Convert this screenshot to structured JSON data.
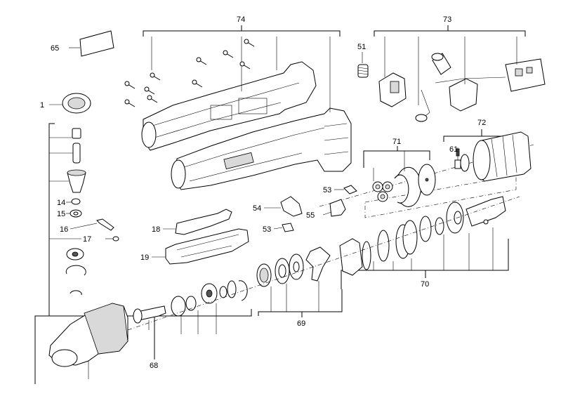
{
  "diagram": {
    "callouts": [
      {
        "id": "74",
        "text": "74"
      },
      {
        "id": "73",
        "text": "73"
      },
      {
        "id": "65",
        "text": "65"
      },
      {
        "id": "51",
        "text": "51"
      },
      {
        "id": "1",
        "text": "1"
      },
      {
        "id": "72",
        "text": "72"
      },
      {
        "id": "71",
        "text": "71"
      },
      {
        "id": "61",
        "text": "61"
      },
      {
        "id": "53a",
        "text": "53"
      },
      {
        "id": "54",
        "text": "54"
      },
      {
        "id": "55",
        "text": "55"
      },
      {
        "id": "53b",
        "text": "53"
      },
      {
        "id": "14",
        "text": "14"
      },
      {
        "id": "15",
        "text": "15"
      },
      {
        "id": "16",
        "text": "16"
      },
      {
        "id": "17",
        "text": "17"
      },
      {
        "id": "18",
        "text": "18"
      },
      {
        "id": "19",
        "text": "19"
      },
      {
        "id": "70",
        "text": "70"
      },
      {
        "id": "69",
        "text": "69"
      },
      {
        "id": "68",
        "text": "68"
      }
    ]
  }
}
